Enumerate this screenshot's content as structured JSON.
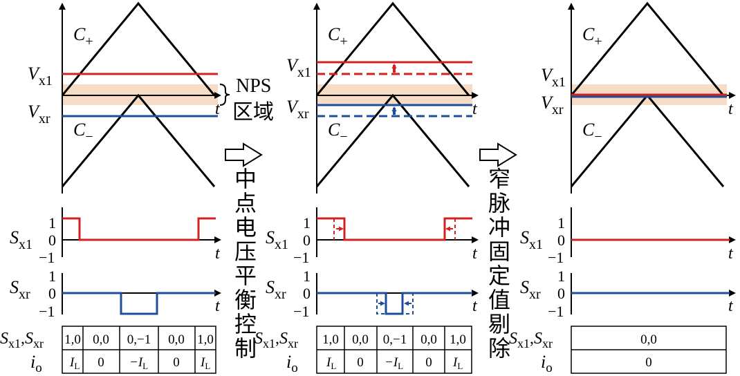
{
  "colors": {
    "red": "#d42020",
    "blue": "#1f4e99",
    "band": "#f7dcc5",
    "black": "#000000"
  },
  "labels": {
    "C_plus": "C",
    "C_plus_sub": "+",
    "C_minus": "C",
    "C_minus_sub": "−",
    "V": "V",
    "x1_sub": "x1",
    "xr_sub": "xr",
    "S": "S",
    "t": "t",
    "tick_1": "1",
    "tick_0": "0",
    "tick_m1": "−1",
    "table_row1_label": "S",
    "table_row1_sub_a": "x1",
    "table_row1_comma": ",",
    "table_row1_sub_b": "xr",
    "table_row2_label": "i",
    "table_row2_sub": "o"
  },
  "annotations": {
    "nps_region_line1": "NPS",
    "nps_region_line2": "区域",
    "step1": [
      "中",
      "点",
      "电",
      "压",
      "平",
      "衡",
      "控",
      "制"
    ],
    "step2": [
      "窄",
      "脉",
      "冲",
      "固",
      "定",
      "值",
      "剔",
      "除"
    ]
  },
  "tables": {
    "panel1": {
      "states": [
        "1,0",
        "0,0",
        "0,−1",
        "0,0",
        "1,0"
      ],
      "current": [
        {
          "main": "I",
          "sub": "L"
        },
        {
          "main": "0",
          "sub": ""
        },
        {
          "main": "−I",
          "sub": "L"
        },
        {
          "main": "0",
          "sub": ""
        },
        {
          "main": "I",
          "sub": "L"
        }
      ]
    },
    "panel2": {
      "states": [
        "1,0",
        "0,0",
        "0,−1",
        "0,0",
        "1,0"
      ],
      "current": [
        {
          "main": "I",
          "sub": "L"
        },
        {
          "main": "0",
          "sub": ""
        },
        {
          "main": "−I",
          "sub": "L"
        },
        {
          "main": "0",
          "sub": ""
        },
        {
          "main": "I",
          "sub": "L"
        }
      ]
    },
    "panel3": {
      "states": [
        "0,0"
      ],
      "current": [
        {
          "main": "0",
          "sub": ""
        }
      ]
    }
  }
}
